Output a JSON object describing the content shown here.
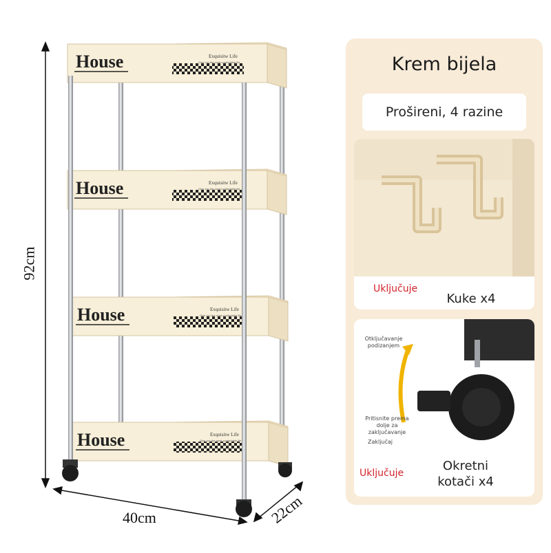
{
  "cart": {
    "brand_label": "House",
    "tagline": "Exquisitw Life",
    "subtagline": "Give you the most comfortable life",
    "shelf_count": 4
  },
  "dimensions": {
    "height": "92cm",
    "width": "40cm",
    "depth": "22cm"
  },
  "panel": {
    "color_title": "Krem bijela",
    "variant": "Prošireni, 4 razine",
    "hooks_card": {
      "includes_label": "Uključuje",
      "caption": "Kuke x4"
    },
    "wheels_card": {
      "unlock_note": "Otključavanje podizanjem",
      "lock_note": "Pritisnite prema dolje za zaključavanje",
      "locked_label": "Zaključaj",
      "includes_label": "Uključuje",
      "caption": "Okretni kotači x4"
    }
  },
  "colors": {
    "cream": "#f6ecd4",
    "panel_bg": "#f8ebd8",
    "accent_red": "#d2232a",
    "steel": "#b9bcc0"
  }
}
